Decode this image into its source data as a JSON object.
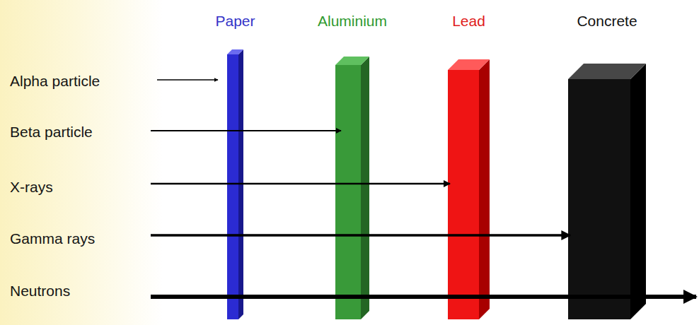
{
  "diagram": {
    "nodes": [
      {
        "text": [
          "Paper"
        ]
      },
      {
        "text": [
          "Aluminium"
        ]
      },
      {
        "text": [
          "Lead"
        ]
      },
      {
        "text": [
          "Concrete"
        ]
      }
    ],
    "labels": [
      "Alpha particle",
      "Beta particle",
      "X-rays",
      "Gamma rays",
      "Neutrons"
    ]
  }
}
